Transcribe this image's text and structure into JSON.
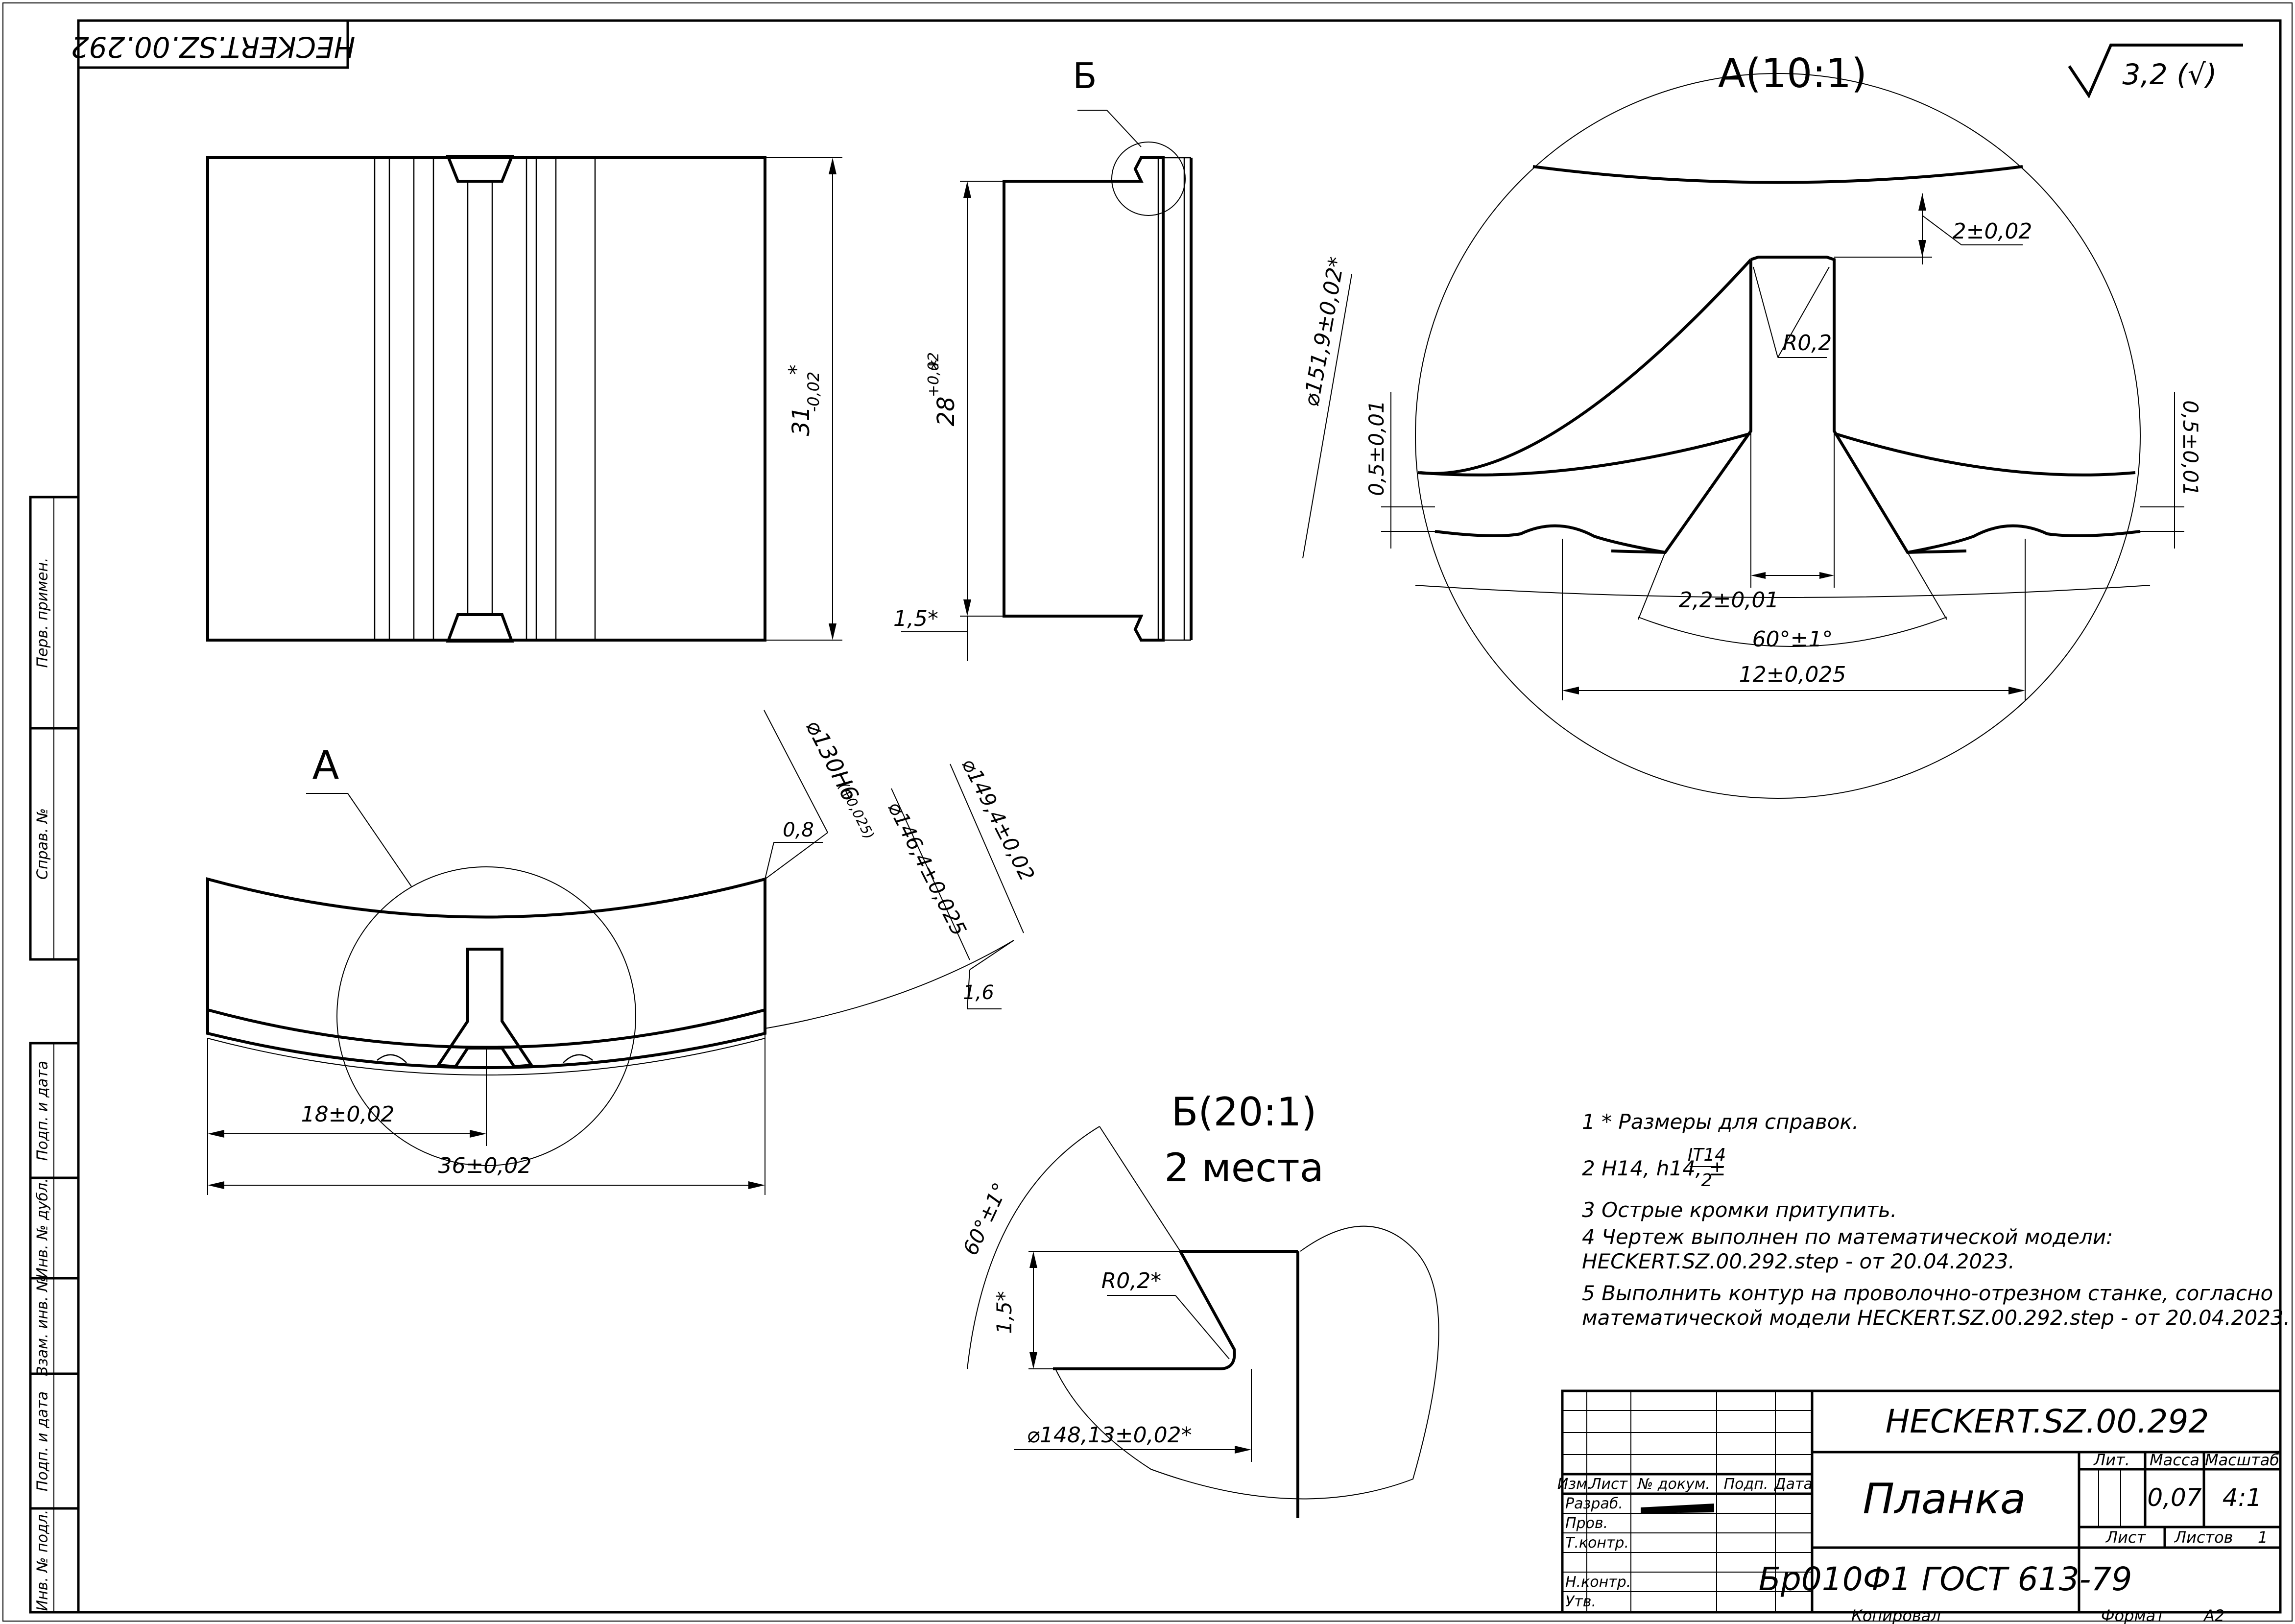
{
  "drawing": {
    "code": "HECKERT.SZ.00.292",
    "title": "Планка",
    "material": "Бр010Ф1 ГОСТ 613-79",
    "roughness": "3,2 (√)",
    "scale": "4:1",
    "mass": "0,07",
    "sheets_total": "1",
    "format": "А2",
    "copied_by_label": "Копировал",
    "format_label": "Формат"
  },
  "title_block": {
    "col_headers": [
      "Лит.",
      "Масса",
      "Масштаб"
    ],
    "sheet_label": "Лист",
    "sheets_label": "Листов",
    "change_headers": [
      "Изм.",
      "Лист",
      "№ докум.",
      "Подп.",
      "Дата"
    ],
    "roles": [
      "Разраб.",
      "Пров.",
      "Т.контр.",
      "Н.контр.",
      "Утв."
    ]
  },
  "side_labels": [
    "Перв. примен.",
    "Справ. №",
    "Подп. и дата",
    "Инв. № дубл.",
    "Взам. инв. №",
    "Подп. и дата",
    "Инв. № подл."
  ],
  "notes": [
    "1 * Размеры для справок.",
    "2 H14, h14, ±",
    "3 Острые кромки притупить.",
    "4 Чертеж выполнен по математической модели:",
    "HECKERT.SZ.00.292.step - от 20.04.2023.",
    "5 Выполнить контур на проволочно-отрезном станке, согласно",
    "математической модели HECKERT.SZ.00.292.step - от 20.04.2023."
  ],
  "note_fraction": {
    "num": "IT14",
    "den": "2"
  },
  "views": {
    "detail_a": "А(10:1)",
    "detail_b": "Б(20:1)",
    "detail_b_places": "2 места",
    "label_a": "А",
    "label_b": "Б"
  },
  "dimensions": {
    "front_height": "31",
    "front_height_tol": "-0,02",
    "front_height_star": "*",
    "side_height": "28",
    "side_height_tol": "+0,02",
    "side_height_star": "*",
    "side_thick": "1,5*",
    "d_inner": "⌀130H6",
    "d_inner_tol": "(+0,025)",
    "d_mid": "⌀146,4±0,025",
    "d_outer": "⌀149,4±0,02",
    "t_08": "0,8",
    "t_16": "1,6",
    "w_18": "18±0,02",
    "w_36": "36±0,02",
    "a_2": "2±0,02",
    "a_r02": "R0,2",
    "a_d1519": "⌀151,9±0,02*",
    "a_05_left": "0,5±0,01",
    "a_05_right": "0,5±0,01",
    "a_22": "2,2±0,01",
    "a_60": "60°±1°",
    "a_12": "12±0,025",
    "b_60": "60°±1°",
    "b_15": "1,5*",
    "b_r02": "R0,2*",
    "b_d148": "⌀148,13±0,02*"
  }
}
